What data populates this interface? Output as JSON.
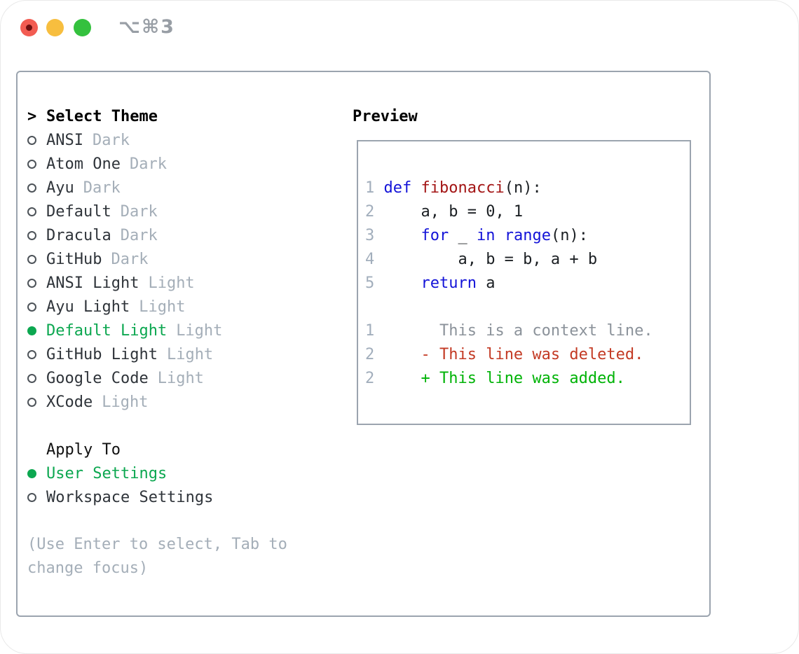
{
  "window": {
    "titlebar_shortcut": "⌥⌘3",
    "traffic_lights": [
      "close",
      "minimize",
      "zoom"
    ]
  },
  "theme_picker": {
    "header_prefix": ">",
    "header": "Select Theme",
    "themes": [
      {
        "name": "ANSI",
        "variant": "Dark",
        "selected": false
      },
      {
        "name": "Atom One",
        "variant": "Dark",
        "selected": false
      },
      {
        "name": "Ayu",
        "variant": "Dark",
        "selected": false
      },
      {
        "name": "Default",
        "variant": "Dark",
        "selected": false
      },
      {
        "name": "Dracula",
        "variant": "Dark",
        "selected": false
      },
      {
        "name": "GitHub",
        "variant": "Dark",
        "selected": false
      },
      {
        "name": "ANSI Light",
        "variant": "Light",
        "selected": false
      },
      {
        "name": "Ayu Light",
        "variant": "Light",
        "selected": false
      },
      {
        "name": "Default Light",
        "variant": "Light",
        "selected": true
      },
      {
        "name": "GitHub Light",
        "variant": "Light",
        "selected": false
      },
      {
        "name": "Google Code",
        "variant": "Light",
        "selected": false
      },
      {
        "name": "XCode",
        "variant": "Light",
        "selected": false
      }
    ],
    "apply_to": {
      "header": "Apply To",
      "options": [
        {
          "label": "User Settings",
          "selected": true
        },
        {
          "label": "Workspace Settings",
          "selected": false
        }
      ]
    },
    "help_lines": [
      "(Use Enter to select, Tab to",
      "change focus)"
    ]
  },
  "preview": {
    "title": "Preview",
    "lines": [
      {
        "segments": [
          {
            "t": "1 ",
            "c": "lineno"
          },
          {
            "t": "def ",
            "c": "keyword"
          },
          {
            "t": "fibonacci",
            "c": "function"
          },
          {
            "t": "(n):",
            "c": "plain"
          }
        ]
      },
      {
        "segments": [
          {
            "t": "2 ",
            "c": "lineno"
          },
          {
            "t": "    a, b = 0, 1",
            "c": "plain"
          }
        ]
      },
      {
        "segments": [
          {
            "t": "3 ",
            "c": "lineno"
          },
          {
            "t": "    ",
            "c": "plain"
          },
          {
            "t": "for",
            "c": "keyword"
          },
          {
            "t": " _ ",
            "c": "plain"
          },
          {
            "t": "in",
            "c": "keyword"
          },
          {
            "t": " ",
            "c": "plain"
          },
          {
            "t": "range",
            "c": "keyword"
          },
          {
            "t": "(n):",
            "c": "plain"
          }
        ]
      },
      {
        "segments": [
          {
            "t": "4 ",
            "c": "lineno"
          },
          {
            "t": "        a, b = b, a + b",
            "c": "plain"
          }
        ]
      },
      {
        "segments": [
          {
            "t": "5 ",
            "c": "lineno"
          },
          {
            "t": "    ",
            "c": "plain"
          },
          {
            "t": "return",
            "c": "keyword"
          },
          {
            "t": " a",
            "c": "plain"
          }
        ]
      },
      {
        "segments": []
      },
      {
        "segments": [
          {
            "t": "1",
            "c": "lineno"
          },
          {
            "t": "       ",
            "c": "plain"
          },
          {
            "t": "This is a context line.",
            "c": "context"
          }
        ]
      },
      {
        "segments": [
          {
            "t": "2",
            "c": "lineno"
          },
          {
            "t": "     ",
            "c": "plain"
          },
          {
            "t": "- This line was deleted.",
            "c": "deleted"
          }
        ]
      },
      {
        "segments": [
          {
            "t": "2",
            "c": "lineno"
          },
          {
            "t": "     ",
            "c": "plain"
          },
          {
            "t": "+ This line was added.",
            "c": "added"
          }
        ]
      }
    ]
  },
  "colors": {
    "plain": "#1b1f23",
    "lineno": "#a2aebc",
    "keyword": "#1313d8",
    "function": "#a31515",
    "context": "#8b929a",
    "deleted": "#c33a24",
    "added": "#00b307",
    "selected_green": "#0ca750",
    "variant_gray": "#a4aeb8",
    "help_gray": "#a4aeb8",
    "theme_text": "#2f343a",
    "border_gray": "#9ba4af"
  }
}
